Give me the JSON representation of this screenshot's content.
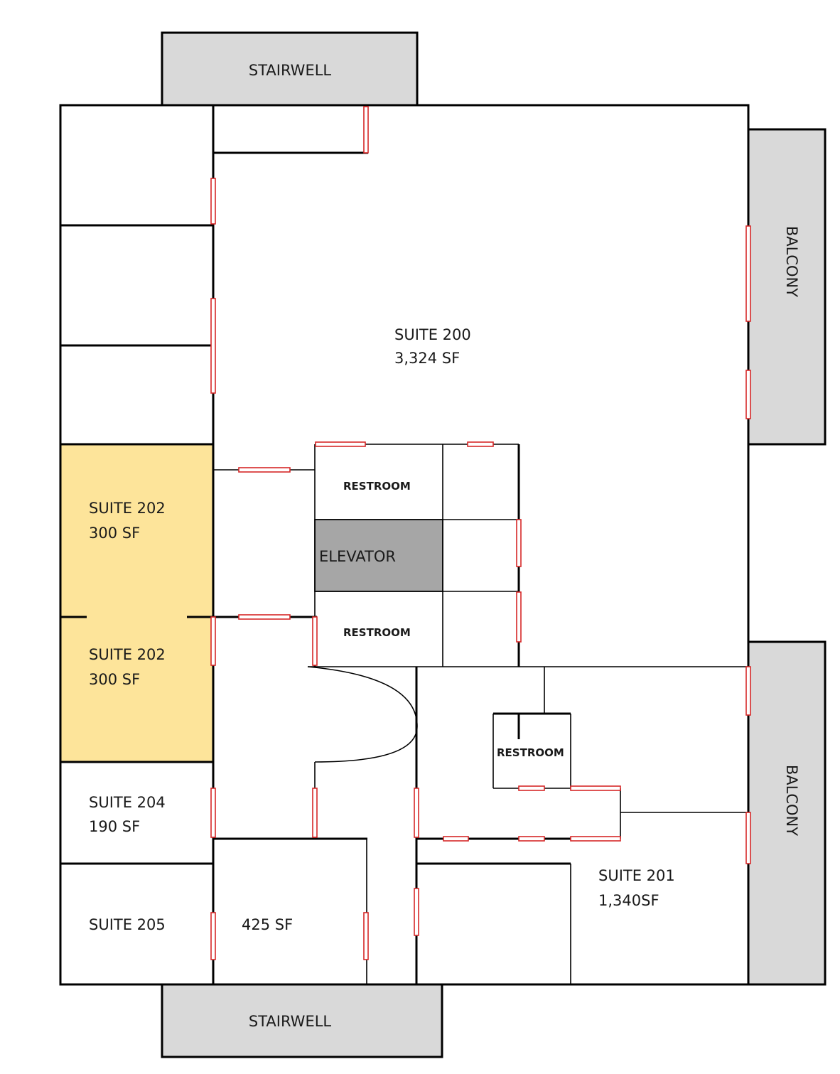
{
  "floorplan": {
    "stairwell_top": "STAIRWELL",
    "stairwell_bottom": "STAIRWELL",
    "balcony_top": "BALCONY",
    "balcony_bottom": "BALCONY",
    "suite200": {
      "name": "SUITE 200",
      "area": "3,324 SF"
    },
    "suite202a": {
      "name": "SUITE 202",
      "area": "300 SF"
    },
    "suite202b": {
      "name": "SUITE 202",
      "area": "300 SF"
    },
    "suite204": {
      "name": "SUITE 204",
      "area": "190 SF"
    },
    "suite205": {
      "name": "SUITE 205"
    },
    "room425": {
      "area": "425 SF"
    },
    "suite201": {
      "name": "SUITE 201",
      "area": "1,340SF"
    },
    "restroom_top": "RESTROOM",
    "restroom_mid": "RESTROOM",
    "restroom_right": "RESTROOM",
    "elevator": "ELEVATOR",
    "colors": {
      "highlight": "#fde49a",
      "stair_balcony": "#d9d9d9",
      "elevator": "#a6a6a6",
      "door_outline": "#d62828"
    }
  }
}
